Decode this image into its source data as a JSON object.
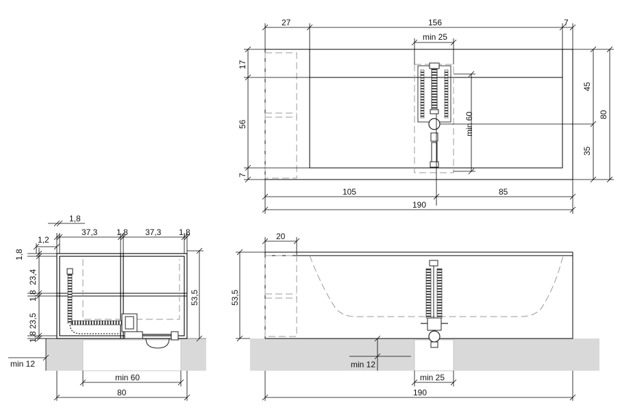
{
  "top_view": {
    "dims": {
      "w27": "27",
      "w156": "156",
      "w7": "7",
      "min25": "min 25",
      "h17": "17",
      "h56": "56",
      "h7": "7",
      "minh60": "min 60",
      "h45": "45",
      "h35": "35",
      "h80": "80",
      "w105": "105",
      "w85": "85",
      "w190": "190"
    }
  },
  "side_view": {
    "dims": {
      "d1_8_top": "1,8",
      "d1_2": "1,2",
      "d37_3_left": "37,3",
      "d1_8_mid": "1,8",
      "d37_3_right": "37,3",
      "d1_8_right": "1,8",
      "v1_8_top": "1,8",
      "v23_4": "23,4",
      "v1_8_mid": "1,8",
      "v23_5": "23,5",
      "v1_8_bottom": "1,8",
      "v53_5": "53,5",
      "min12": "min 12",
      "min60": "min  60",
      "w80": "80"
    }
  },
  "front_view": {
    "dims": {
      "w20": "20",
      "h53_5": "53,5",
      "min12": "min 12",
      "min25": "min  25",
      "w190": "190"
    }
  }
}
